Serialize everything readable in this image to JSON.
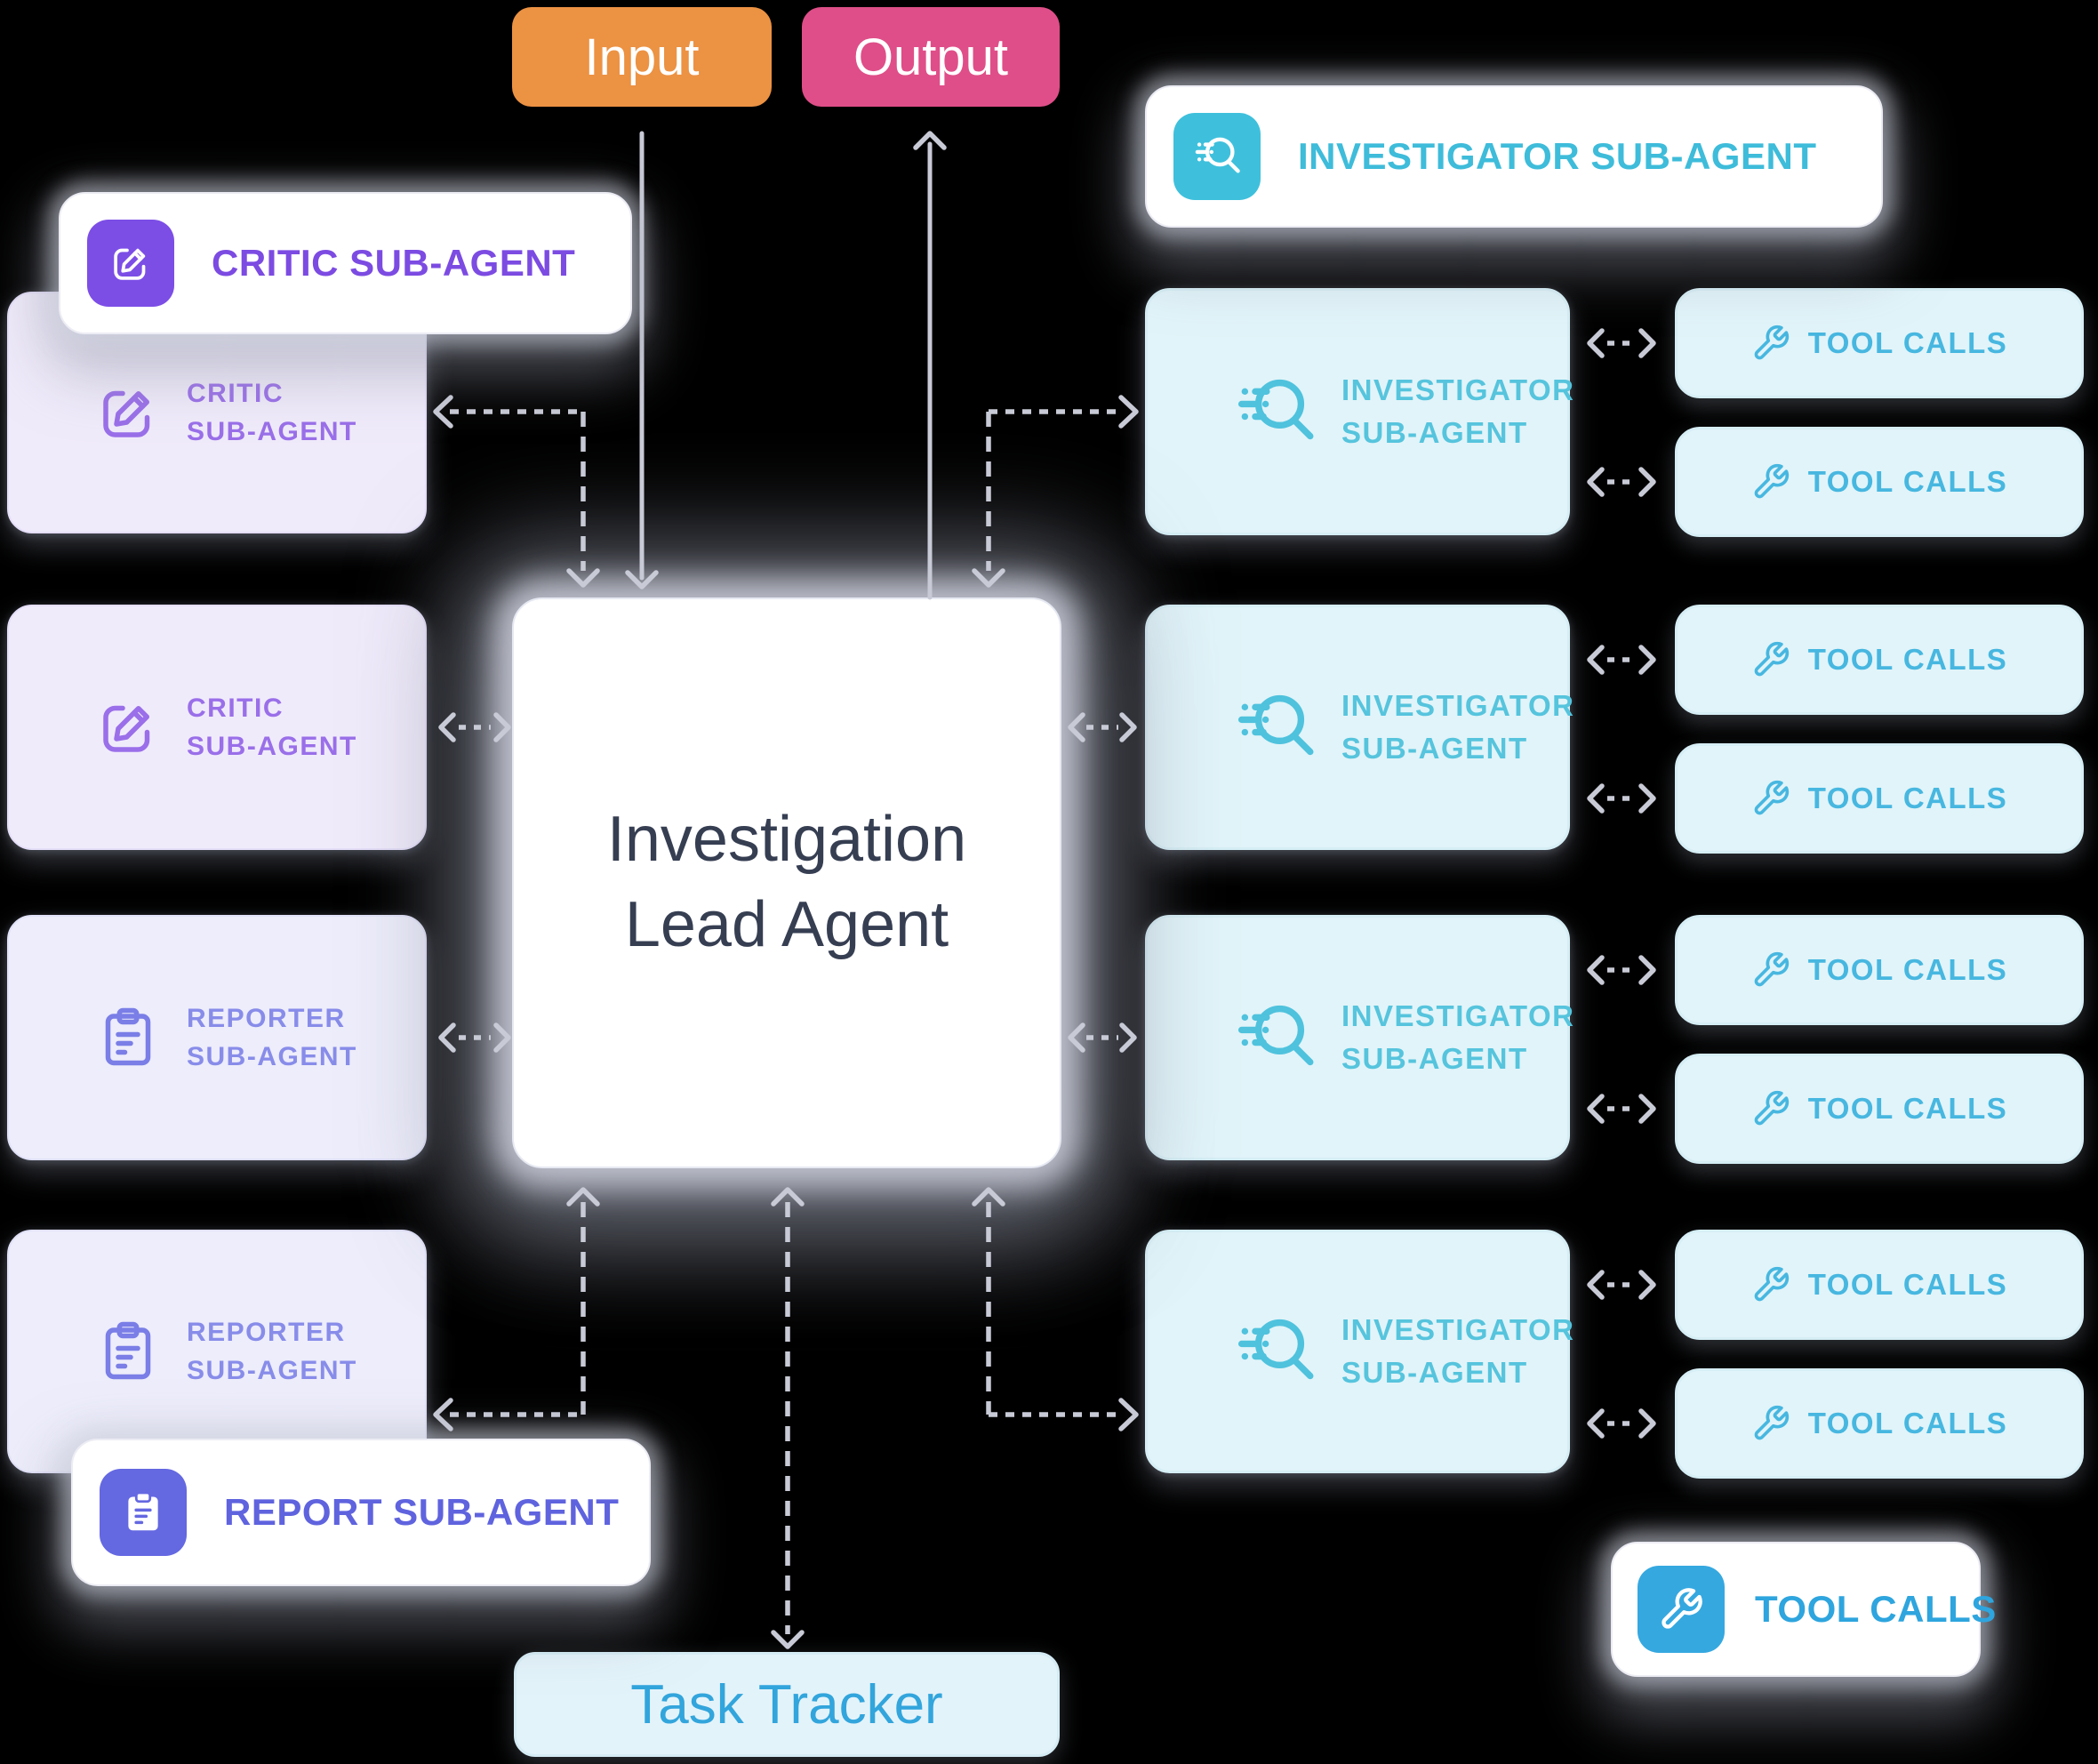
{
  "canvas": {
    "background": "#000000"
  },
  "colors": {
    "input_bg": "#EC9243",
    "output_bg": "#DF4E88",
    "arrow": "#C8CAD6",
    "critic_accent": "#7C4EE6",
    "critic_text_soft": "#9A6FE9",
    "critic_fill": "#F0EBFB",
    "reporter_accent": "#6468E1",
    "reporter_text_soft": "#888CE9",
    "reporter_fill": "#EDEDFB",
    "investigator_accent": "#3EC0DC",
    "investigator_text_soft": "#56C4DD",
    "investigator_fill": "#E1F4F9",
    "tool_accent": "#35A8E0",
    "tool_text": "#47B7E0",
    "lead_text": "#363E52",
    "task_text": "#32A5DC",
    "task_fill": "#E3F3FA"
  },
  "icons": {
    "critic": "edit-icon",
    "reporter": "clipboard-icon",
    "investigator": "search-icon",
    "tool": "wrench-icon"
  },
  "nodes": {
    "input": {
      "label": "Input"
    },
    "output": {
      "label": "Output"
    },
    "lead_agent": {
      "line1": "Investigation",
      "line2": "Lead Agent"
    },
    "task_tracker": {
      "label": "Task Tracker"
    },
    "critic_callout": {
      "label": "CRITIC SUB-AGENT"
    },
    "investigator_callout": {
      "label": "INVESTIGATOR SUB-AGENT"
    },
    "report_callout": {
      "label": "REPORT SUB-AGENT"
    },
    "tool_callout": {
      "label": "TOOL CALLS"
    },
    "critic_boxes": [
      {
        "line1": "CRITIC",
        "line2": "SUB-AGENT"
      },
      {
        "line1": "CRITIC",
        "line2": "SUB-AGENT"
      }
    ],
    "reporter_boxes": [
      {
        "line1": "REPORTER",
        "line2": "SUB-AGENT"
      },
      {
        "line1": "REPORTER",
        "line2": "SUB-AGENT"
      }
    ],
    "investigator_boxes": [
      {
        "line1": "INVESTIGATOR",
        "line2": "SUB-AGENT"
      },
      {
        "line1": "INVESTIGATOR",
        "line2": "SUB-AGENT"
      },
      {
        "line1": "INVESTIGATOR",
        "line2": "SUB-AGENT"
      },
      {
        "line1": "INVESTIGATOR",
        "line2": "SUB-AGENT"
      }
    ],
    "tool_pills": [
      {
        "label": "TOOL CALLS"
      },
      {
        "label": "TOOL CALLS"
      },
      {
        "label": "TOOL CALLS"
      },
      {
        "label": "TOOL CALLS"
      },
      {
        "label": "TOOL CALLS"
      },
      {
        "label": "TOOL CALLS"
      },
      {
        "label": "TOOL CALLS"
      },
      {
        "label": "TOOL CALLS"
      }
    ]
  }
}
